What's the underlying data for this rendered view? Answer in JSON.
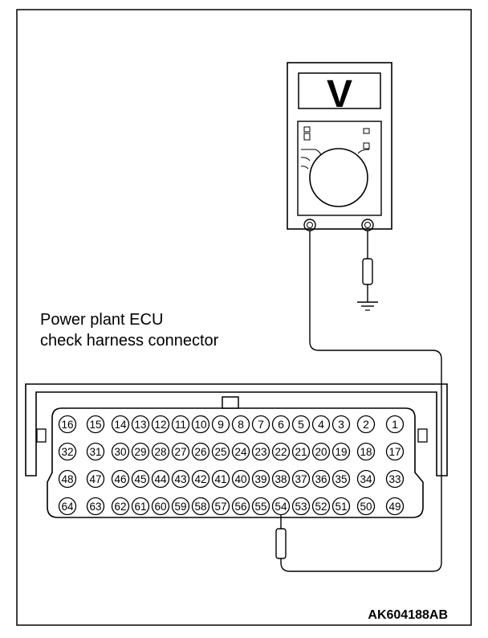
{
  "title": {
    "line1": "Power plant ECU",
    "line2": "check harness connector"
  },
  "code": "AK604188AB",
  "meter": {
    "display_symbol": "V",
    "icon": "voltmeter-icon"
  },
  "ground_icon": "ground-icon",
  "connector": {
    "rows": [
      [
        "16",
        "15",
        "14",
        "13",
        "12",
        "11",
        "10",
        "9",
        "8",
        "7",
        "6",
        "5",
        "4",
        "3",
        "2",
        "1"
      ],
      [
        "32",
        "31",
        "30",
        "29",
        "28",
        "27",
        "26",
        "25",
        "24",
        "23",
        "22",
        "21",
        "20",
        "19",
        "18",
        "17"
      ],
      [
        "48",
        "47",
        "46",
        "45",
        "44",
        "43",
        "42",
        "41",
        "40",
        "39",
        "38",
        "37",
        "36",
        "35",
        "34",
        "33"
      ],
      [
        "64",
        "63",
        "62",
        "61",
        "60",
        "59",
        "58",
        "57",
        "56",
        "55",
        "54",
        "53",
        "52",
        "51",
        "50",
        "49"
      ]
    ],
    "probed_pin": "54"
  },
  "colors": {
    "line": "#000000",
    "background": "#ffffff"
  }
}
